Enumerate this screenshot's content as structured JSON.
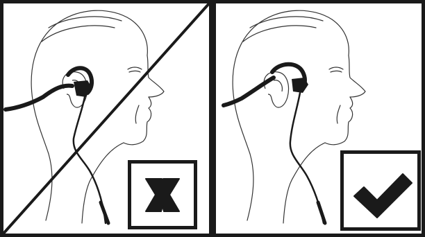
{
  "panels": [
    {
      "id": "incorrect",
      "status": "incorrect",
      "badge_icon": "cross-icon",
      "struck_through": true
    },
    {
      "id": "correct",
      "status": "correct",
      "badge_icon": "checkmark-icon",
      "struck_through": false
    }
  ],
  "colors": {
    "ink": "#1a1a1a",
    "background": "#ffffff"
  }
}
